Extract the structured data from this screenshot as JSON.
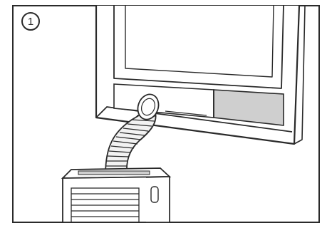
{
  "step": {
    "number": "1"
  },
  "colors": {
    "line": "#2a2a2a",
    "hose_fill": "#f2f2f2",
    "window_fill": "#ffffff",
    "sealed_panel": "#cfcfcf",
    "background": "#ffffff"
  },
  "icons": [
    "step-number-badge",
    "window-frame",
    "flexible-exhaust-hose",
    "window-slider-adapter",
    "portable-air-conditioner"
  ]
}
